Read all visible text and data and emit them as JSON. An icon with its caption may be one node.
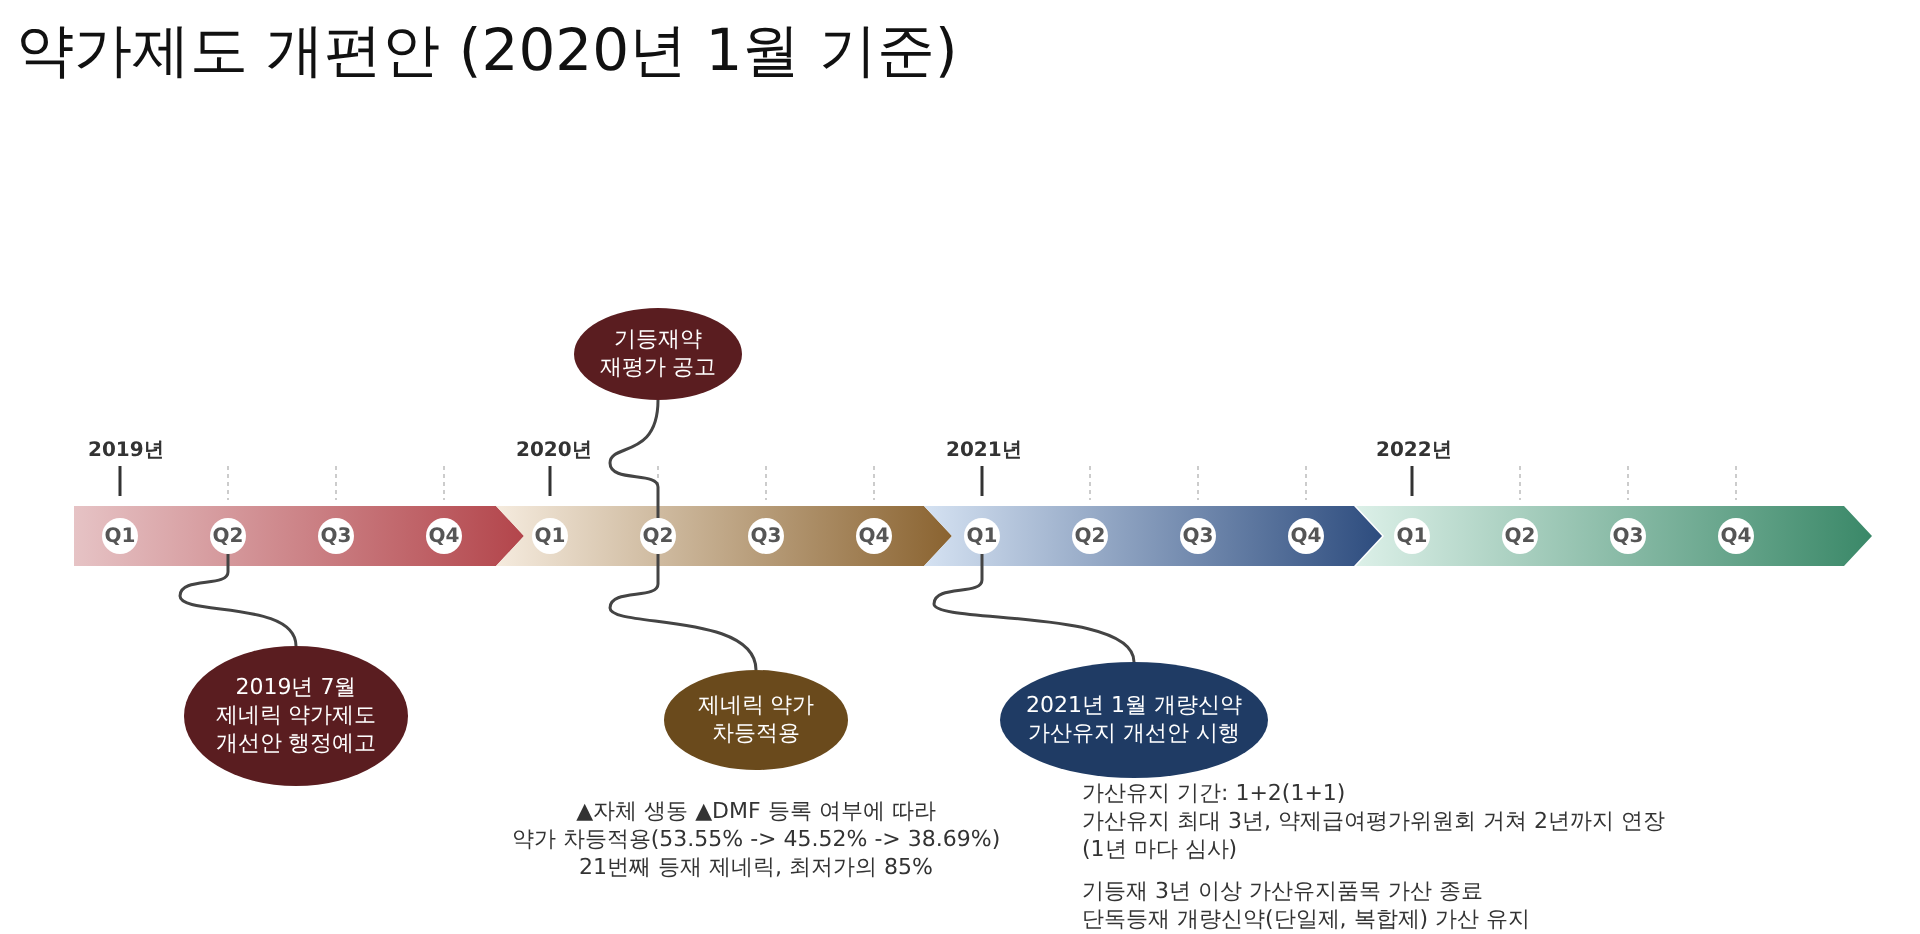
{
  "diagram": {
    "title": "약가제도 개편안 (2020년 1월 기준)",
    "nodes": [
      {
        "text": [
          "기등재약 재평가 공고"
        ]
      },
      {
        "text": [
          "Q1"
        ]
      },
      {
        "text": [
          "Q2"
        ]
      },
      {
        "text": [
          "Q3"
        ]
      },
      {
        "text": [
          "Q4"
        ]
      },
      {
        "text": [
          "Q1"
        ]
      },
      {
        "text": [
          "Q2"
        ]
      },
      {
        "text": [
          "Q3"
        ]
      },
      {
        "text": [
          "Q4"
        ]
      },
      {
        "text": [
          "Q1"
        ]
      },
      {
        "text": [
          "Q2"
        ]
      },
      {
        "text": [
          "Q3"
        ]
      },
      {
        "text": [
          "Q4"
        ]
      },
      {
        "text": [
          "Q1"
        ]
      },
      {
        "text": [
          "Q2"
        ]
      },
      {
        "text": [
          "Q3"
        ]
      },
      {
        "text": [
          "Q4"
        ]
      },
      {
        "text": [
          "2019년 7월 제네릭 약가제도 개선안 행정예고"
        ]
      },
      {
        "text": [
          "제네릭 약가 차등적용"
        ]
      },
      {
        "text": [
          "2021년 1월 개량신약 가산유지 개선안 시행"
        ]
      }
    ],
    "edges": [
      {
        "from": 0,
        "to": 6,
        "arrow": "none"
      },
      {
        "from": 17,
        "to": 2,
        "arrow": "none"
      },
      {
        "from": 18,
        "to": 6,
        "arrow": "none"
      },
      {
        "from": 19,
        "to": 9,
        "arrow": "none"
      }
    ],
    "labels": [
      "2019년",
      "2020년",
      "2021년",
      "2022년",
      "▲자체 생동 ▲DMF 등록 여부에 따라",
      "약가 차등적용(53.55% -> 45.52% -> 38.69%)",
      "21번째 등재 제네릭, 최저가의 85%",
      "가산유지 기간: 1+2(1+1)",
      "가산유지 최대 3년, 약제급여평가위원회 거쳐 2년까지 연장",
      "(1년 마다 심사)",
      "기등재 3년 이상 가산유지품목 가산 종료",
      "단독등재 개량신약(단일제, 복합제) 가산 유지"
    ]
  }
}
